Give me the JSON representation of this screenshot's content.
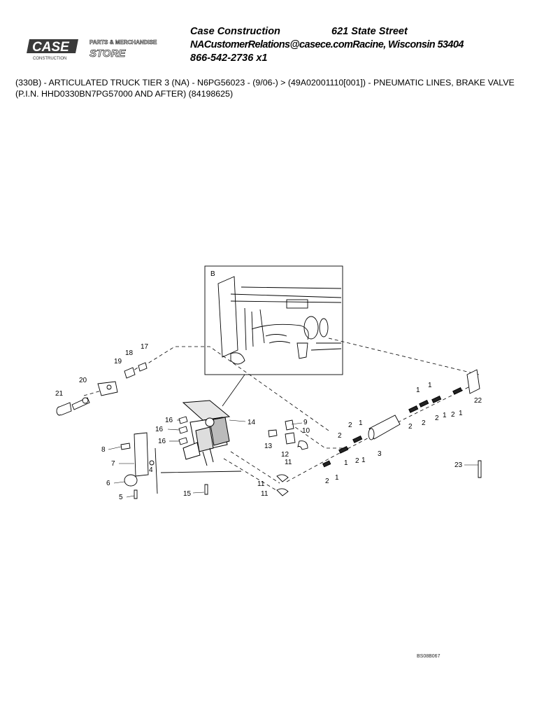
{
  "logo": {
    "brand": "CASE",
    "sub": "CONSTRUCTION",
    "store_line1": "PARTS & MERCHANDISE",
    "store_line2": "STORE"
  },
  "header": {
    "company": "Case Construction",
    "street": "621 State Street",
    "email_city": "NACustomerRelations@casece.comRacine, Wisconsin 53404",
    "phone": "866-542-2736 x1"
  },
  "description": {
    "line1": "(330B) - ARTICULATED TRUCK TIER 3 (NA) - N6PG56023 - (9/06-) > (49A02001110[001]) - PNEUMATIC LINES, BRAKE VALVE",
    "line2": "(P.I.N. HHD0330BN7PG57000 AND AFTER) (84198625)"
  },
  "diagram": {
    "inset_label": "B",
    "callouts": [
      "1",
      "1",
      "1",
      "1",
      "1",
      "1",
      "1",
      "1",
      "2",
      "2",
      "2",
      "2",
      "2",
      "2",
      "2",
      "2",
      "3",
      "4",
      "5",
      "6",
      "7",
      "8",
      "9",
      "10",
      "11",
      "11",
      "11",
      "12",
      "13",
      "14",
      "15",
      "16",
      "16",
      "16",
      "17",
      "18",
      "19",
      "20",
      "21",
      "22",
      "23"
    ],
    "drawing_code": "BS08B067"
  }
}
